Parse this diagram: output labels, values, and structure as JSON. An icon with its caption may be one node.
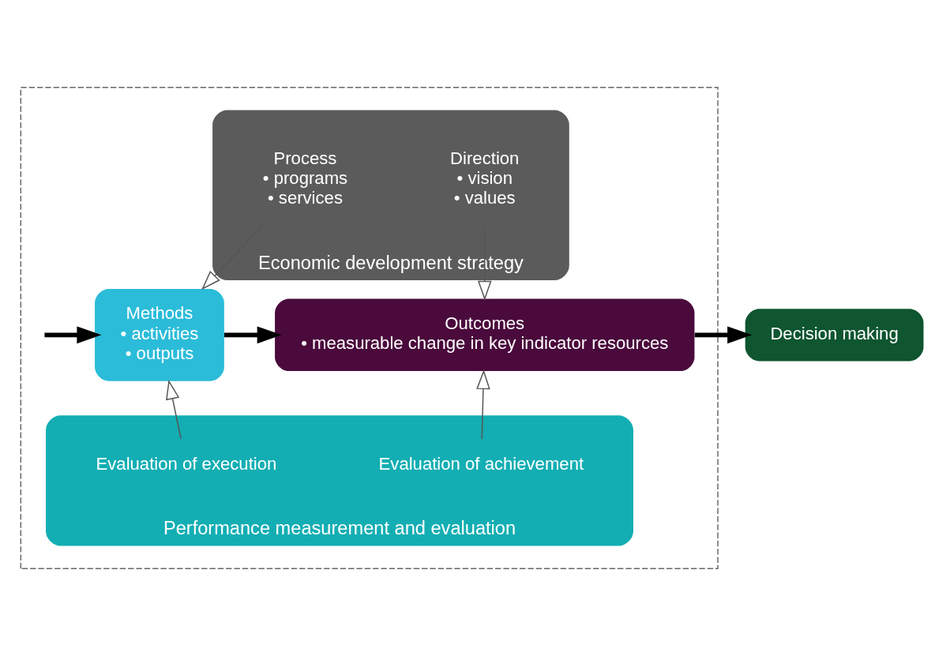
{
  "diagram": {
    "nodes": [
      {
        "text": [],
        "shape": "box"
      },
      {
        "text": [
          "Economic development strategy"
        ],
        "in": 0
      },
      {
        "text": [
          "Process",
          "• programs",
          "• services"
        ],
        "in": 1
      },
      {
        "text": [
          "Direction",
          "• vision",
          "• values"
        ],
        "in": 1
      },
      {
        "text": [
          "Methods",
          "• activities",
          "• outputs"
        ],
        "in": 0
      },
      {
        "text": [
          "Outcomes",
          "• measurable change in key indicator resources"
        ],
        "in": 0
      },
      {
        "text": [
          "Decision making"
        ]
      },
      {
        "text": [
          "Performance measurement and evaluation"
        ],
        "in": 0
      },
      {
        "text": [
          "Evaluation of execution"
        ],
        "in": 7
      },
      {
        "text": [
          "Evaluation of achievement"
        ],
        "in": 7
      }
    ],
    "edges": [
      {
        "from": null,
        "to": 4,
        "arrow": "to",
        "style": "thick"
      },
      {
        "from": 4,
        "to": 5,
        "arrow": "to",
        "style": "thick"
      },
      {
        "from": 5,
        "to": 6,
        "arrow": "to",
        "style": "thick"
      },
      {
        "from": 2,
        "to": 4,
        "arrow": "to"
      },
      {
        "from": 3,
        "to": 5,
        "arrow": "to"
      },
      {
        "from": 8,
        "to": 4,
        "arrow": "to"
      },
      {
        "from": 9,
        "to": 5,
        "arrow": "to"
      }
    ]
  }
}
